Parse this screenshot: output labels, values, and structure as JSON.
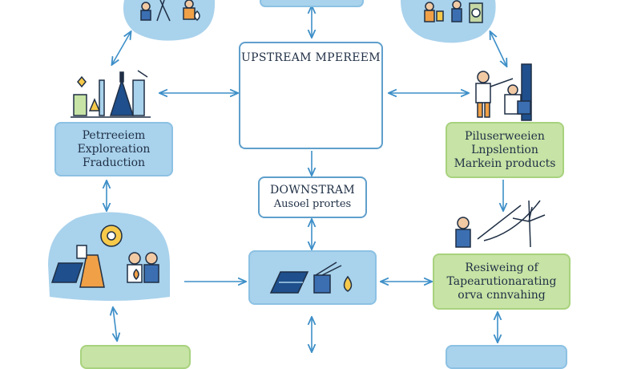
{
  "nodes": {
    "upstream": {
      "title": "UPSTREAM MPEREEM"
    },
    "petroleum": {
      "lines": [
        "Petrreeiem",
        "Exploreation",
        "Fraduction"
      ]
    },
    "pilusr": {
      "lines": [
        "Piluserweeien",
        "Lnpslention",
        "Markein products"
      ]
    },
    "downstream": {
      "title": "DOWNSTRAM",
      "sub": "Ausoel prortes"
    },
    "reswieing": {
      "lines": [
        "Resiweing of",
        "Tapearutionarating",
        "orva cnnvahing"
      ]
    }
  },
  "colors": {
    "blue": "#a9d2ec",
    "green": "#c7e3a5",
    "arrow": "#3d8fc8",
    "navy": "#1f2f45"
  }
}
